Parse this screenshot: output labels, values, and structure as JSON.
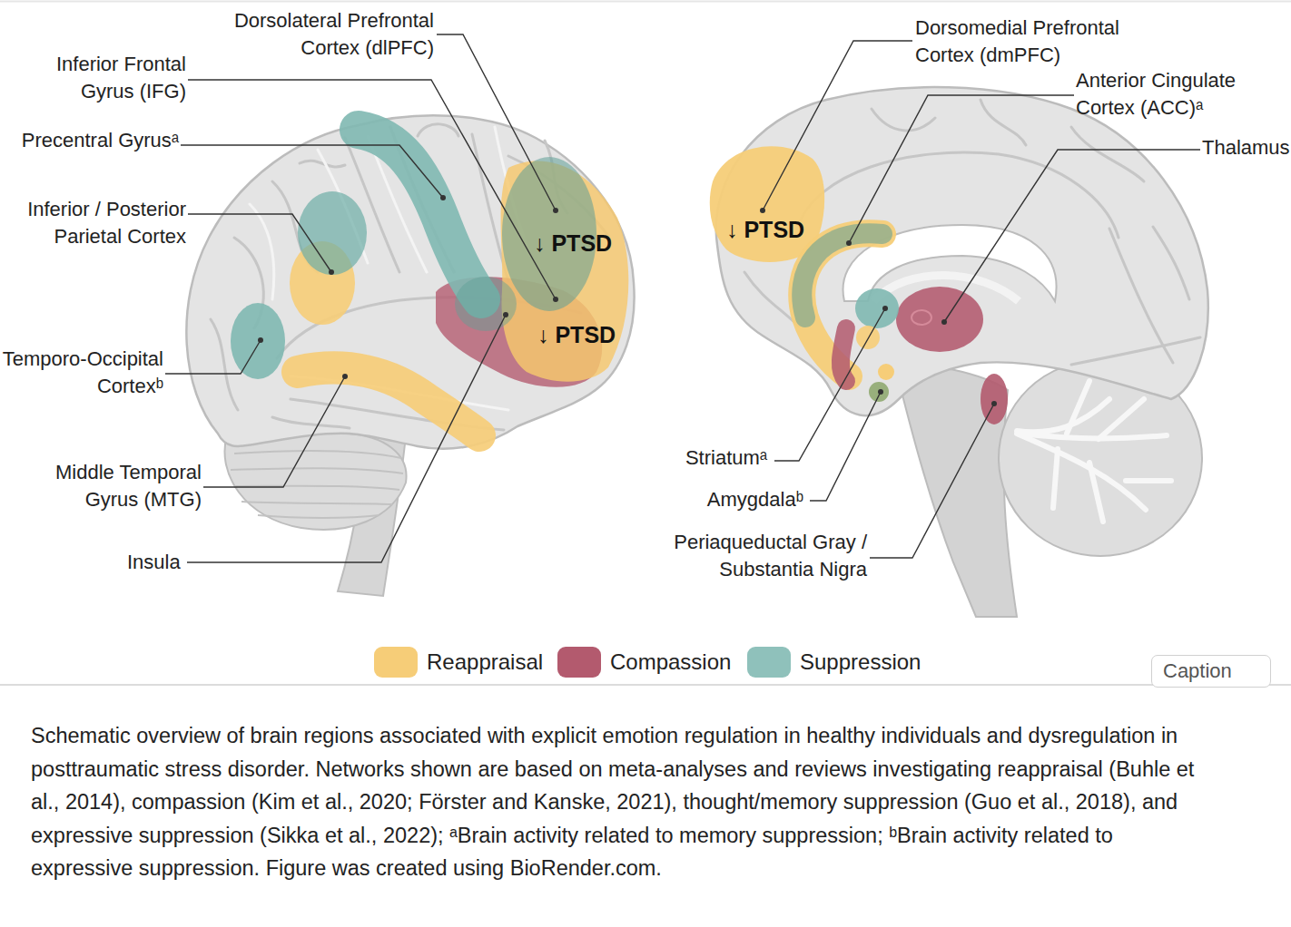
{
  "diagram": {
    "caption": "Schematic overview of brain regions associated with explicit emotion regulation in healthy individuals and dysregulation in posttraumatic stress disorder. Networks shown are based on meta-analyses and reviews investigating reappraisal (Buhle et al., 2014), compassion (Kim et al., 2020; Förster and Kanske, 2021), thought/memory suppression (Guo et al., 2018), and expressive suppression (Sikka et al., 2022); ᵃBrain activity related to memory suppression; ᵇBrain activity related to expressive suppression. Figure was created using BioRender.com.",
    "labels": [
      "Dorsolateral Prefrontal Cortex (dlPFC)",
      "Inferior Frontal Gyrus (IFG)",
      "Precentral Gyrusᵃ",
      "Inferior / Posterior Parietal Cortex",
      "↓ PTSD",
      "↓ PTSD",
      "Temporo-Occipital Cortexᵇ",
      "Middle Temporal Gyrus (MTG)",
      "Insula",
      "Dorsomedial Prefrontal Cortex (dmPFC)",
      "Anterior Cingulate Cortex (ACC)ᵃ",
      "Thalamus",
      "↓ PTSD",
      "Striatumᵃ",
      "Amygdalaᵇ",
      "Periaqueductal Gray / Substantia Nigra",
      "Caption"
    ],
    "legend": [
      {
        "text": "Reappraisal",
        "color": "#f6cd78"
      },
      {
        "text": "Compassion",
        "color": "#b35a6e"
      },
      {
        "text": "Suppression",
        "color": "#8fc1bb"
      }
    ]
  }
}
